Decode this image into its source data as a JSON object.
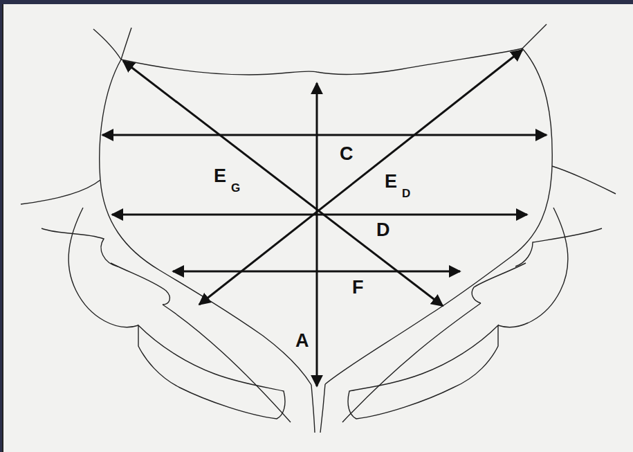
{
  "diagram": {
    "labels": [
      "C",
      "E",
      "G",
      "E",
      "D",
      "D",
      "F",
      "A"
    ]
  }
}
